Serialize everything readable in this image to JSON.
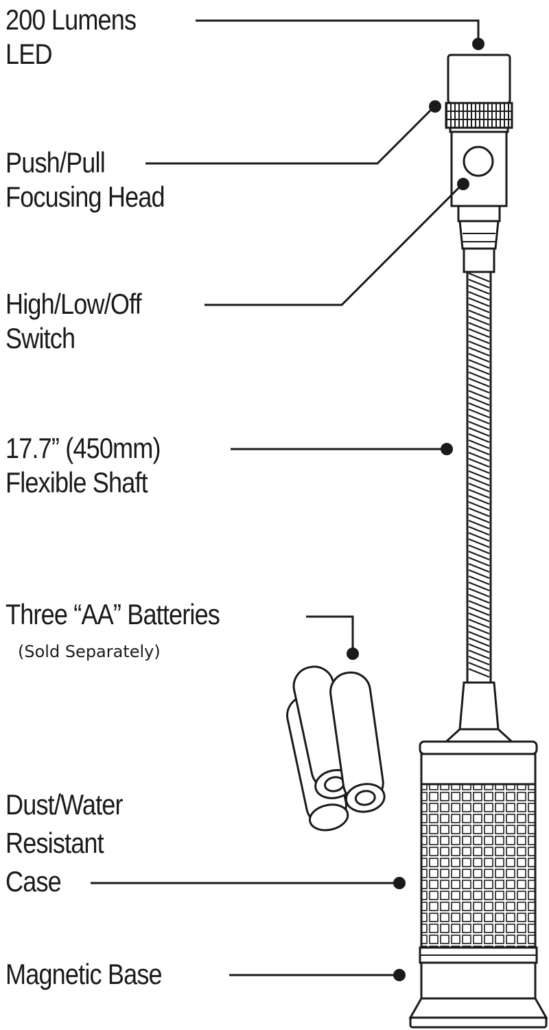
{
  "callouts": {
    "led": {
      "line1": "200 Lumens",
      "line2": "LED"
    },
    "focus": {
      "line1": "Push/Pull",
      "line2": "Focusing Head"
    },
    "switch": {
      "line1": "High/Low/Off",
      "line2": "Switch"
    },
    "shaft": {
      "line1": "17.7” (450mm)",
      "line2": "Flexible Shaft"
    },
    "batteries": {
      "line1": "Three “AA” Batteries",
      "note": "(Sold Separately)"
    },
    "case": {
      "line1": "Dust/Water",
      "line2": "Resistant",
      "line3": "Case"
    },
    "base": {
      "line1": "Magnetic Base"
    }
  },
  "colors": {
    "ink": "#1a1a1a",
    "background": "#ffffff"
  }
}
